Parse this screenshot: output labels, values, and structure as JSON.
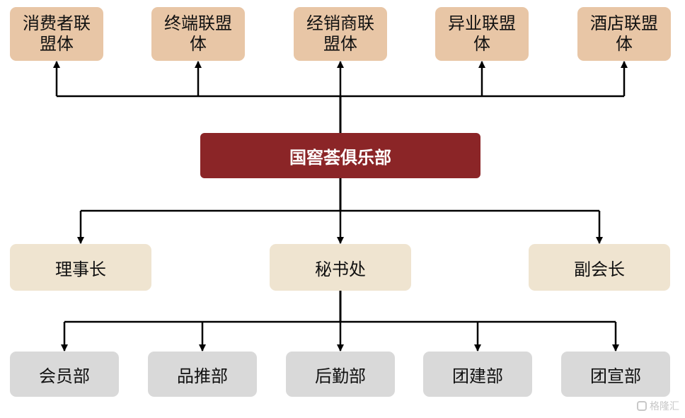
{
  "top_nodes": [
    {
      "label": "消费者联盟体"
    },
    {
      "label": "终端联盟体"
    },
    {
      "label": "经销商联盟体"
    },
    {
      "label": "异业联盟体"
    },
    {
      "label": "酒店联盟体"
    }
  ],
  "center": {
    "label": "国窖荟俱乐部"
  },
  "middle_nodes": [
    {
      "label": "理事长"
    },
    {
      "label": "秘书处"
    },
    {
      "label": "副会长"
    }
  ],
  "bottom_nodes": [
    {
      "label": "会员部"
    },
    {
      "label": "品推部"
    },
    {
      "label": "后勤部"
    },
    {
      "label": "团建部"
    },
    {
      "label": "团宣部"
    }
  ],
  "watermark": {
    "label": "格隆汇"
  },
  "colors": {
    "top_fill": "#e8c6a6",
    "center_fill": "#8b2527",
    "middle_fill": "#efe4d0",
    "bottom_fill": "#d9d9d9",
    "line": "#000000"
  }
}
